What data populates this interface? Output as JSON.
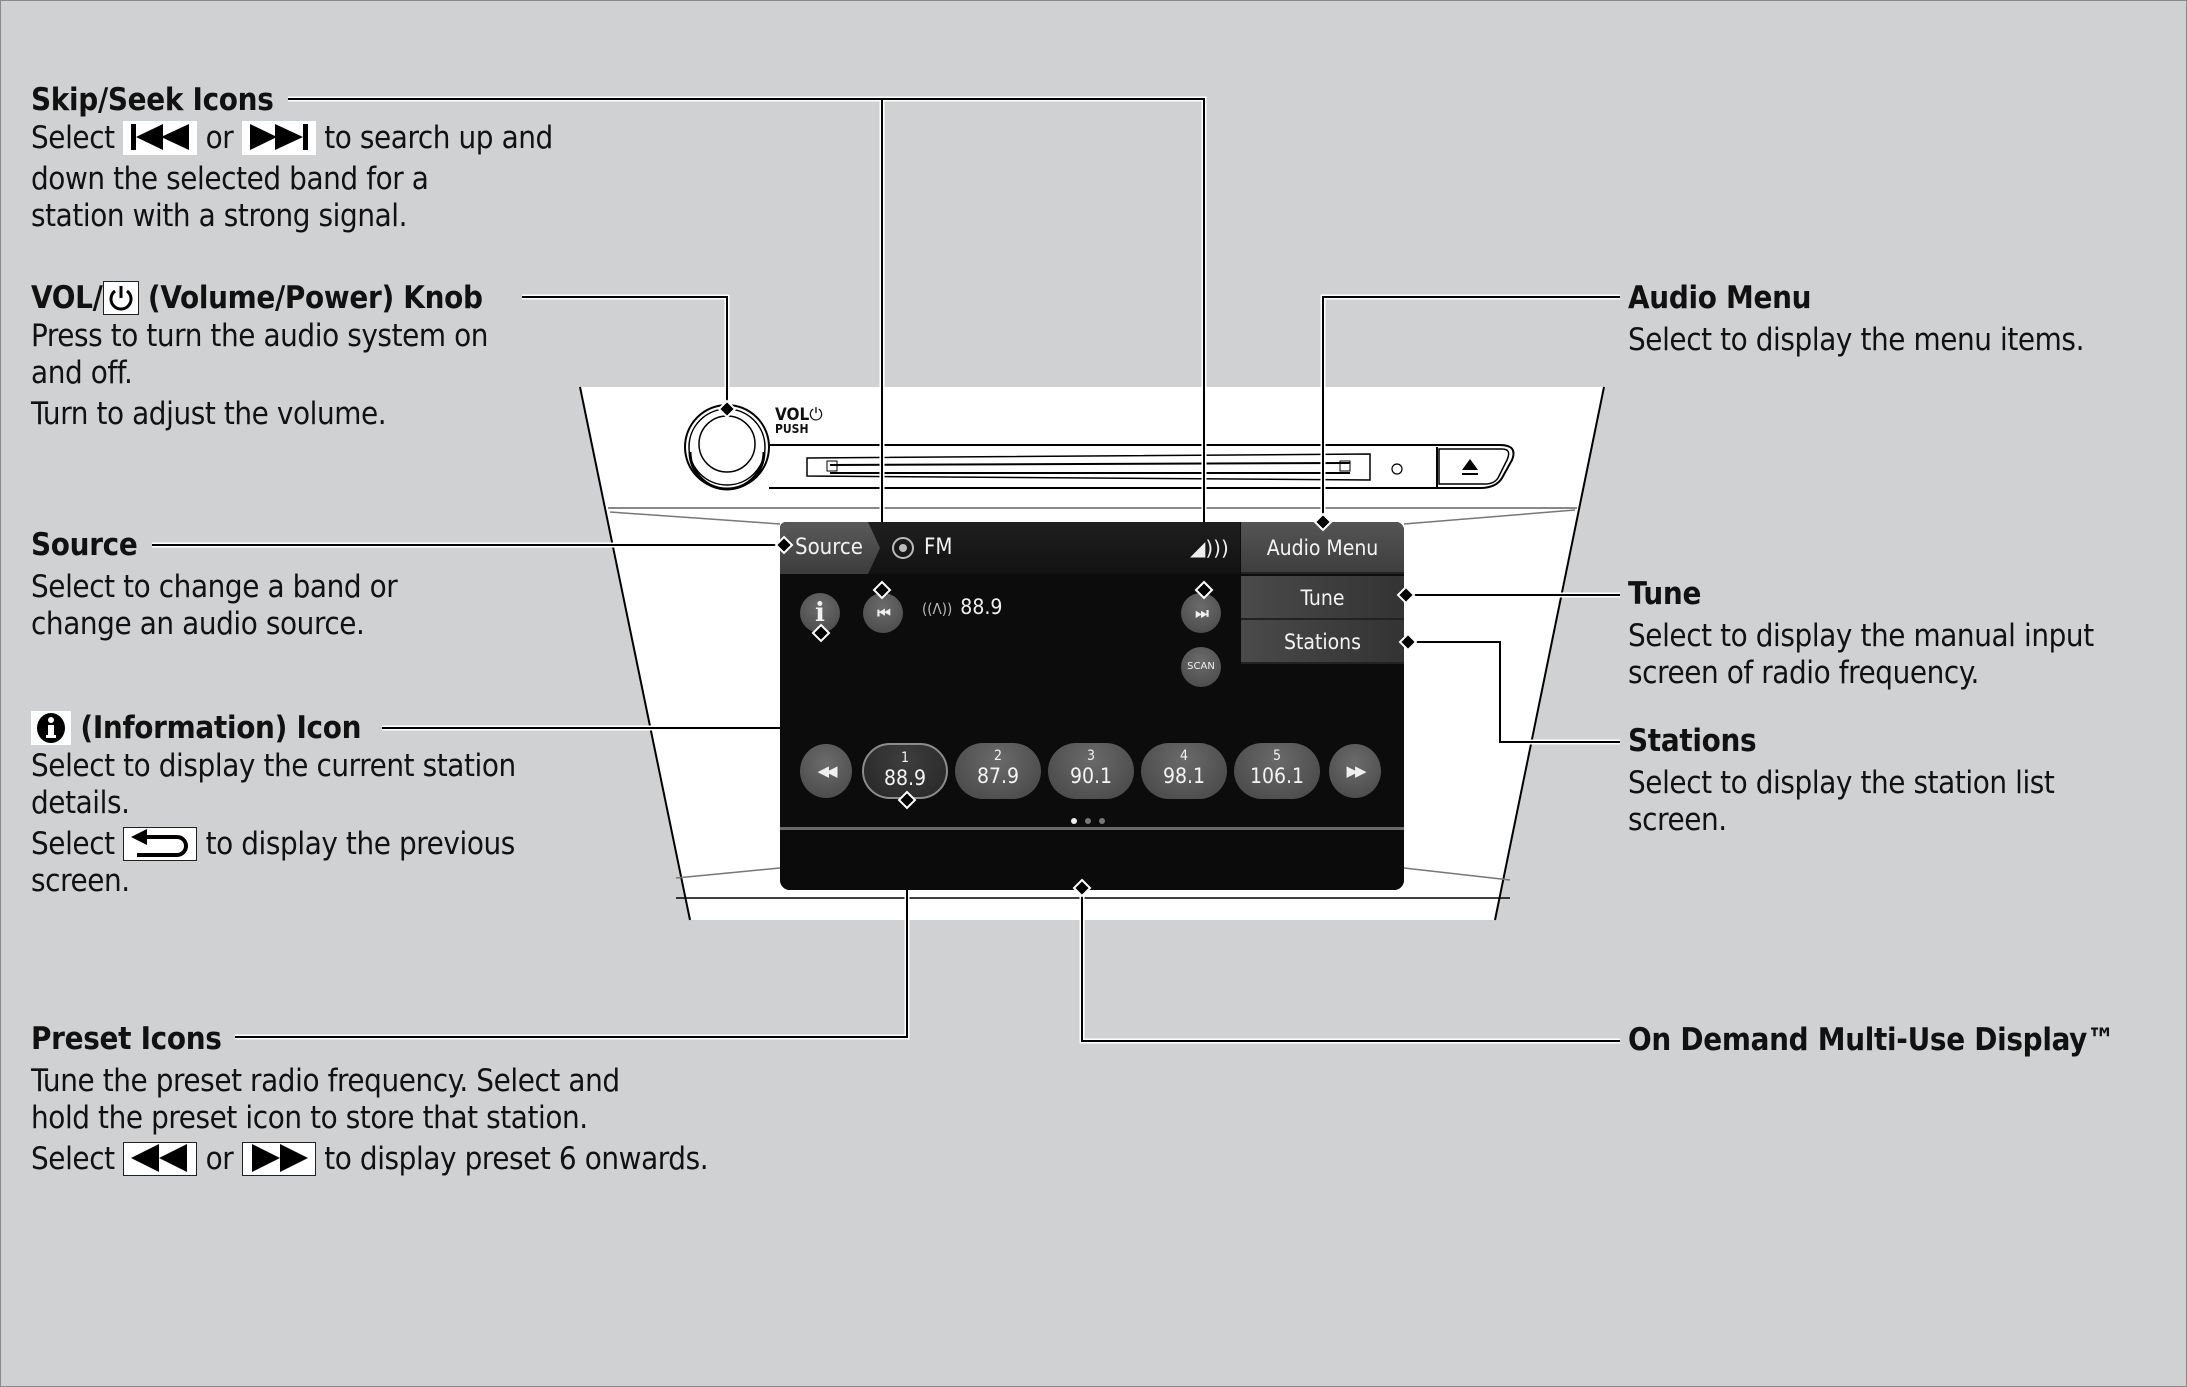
{
  "callouts": {
    "skip_seek": {
      "title": "Skip/Seek Icons",
      "line1_pre": "Select",
      "line1_or": "or",
      "line1_post": "to search up and",
      "line2": "down the selected band for a",
      "line3": "station with a strong signal.",
      "icon_prev": "skip-back-icon",
      "icon_next": "skip-forward-icon"
    },
    "vol_knob": {
      "title_pre": "VOL/",
      "title_post": "(Volume/Power) Knob",
      "icon": "power-icon",
      "line1": "Press to turn the audio system on",
      "line2": "and off.",
      "line3": "Turn to adjust the volume."
    },
    "source": {
      "title": "Source",
      "line1": "Select to change a band or",
      "line2": "change an audio source."
    },
    "information": {
      "icon": "info-icon",
      "title": "(Information) Icon",
      "line1": "Select to display the current station",
      "line2": "details.",
      "line3_pre": "Select",
      "line3_post": "to display the previous",
      "line4": "screen.",
      "back_icon": "back-arrow-icon"
    },
    "preset_icons": {
      "title": "Preset Icons",
      "line1": "Tune the preset radio frequency. Select and",
      "line2": "hold the preset icon to store that station.",
      "line3_pre": "Select",
      "line3_or": "or",
      "line3_post": "to display preset 6 onwards.",
      "icon_prev": "rewind-icon",
      "icon_next": "fast-forward-icon"
    },
    "audio_menu": {
      "title": "Audio Menu",
      "line1": "Select to display the menu items."
    },
    "tune": {
      "title": "Tune",
      "line1": "Select to display the manual input",
      "line2": "screen of radio frequency."
    },
    "stations": {
      "title": "Stations",
      "line1": "Select to display the station list",
      "line2": "screen."
    },
    "on_demand": {
      "title": "On Demand Multi-Use Display™"
    }
  },
  "unit": {
    "vol_label": "VOL",
    "push_label": "PUSH",
    "eject_symbol": "⏏"
  },
  "screen": {
    "source_label": "Source",
    "band_label": "FM",
    "current_frequency": "88.9",
    "menu": {
      "audio_menu": "Audio Menu",
      "tune": "Tune",
      "stations": "Stations"
    },
    "info_glyph": "i",
    "scan_label": "SCAN",
    "skip_back_glyph": "⏮",
    "skip_forward_glyph": "⏭",
    "rewind_glyph": "◀◀",
    "forward_glyph": "▶▶",
    "volume_glyph": "🔊",
    "antenna_glyph": "((Λ))",
    "presets": [
      {
        "number": "1",
        "frequency": "88.9",
        "selected": true
      },
      {
        "number": "2",
        "frequency": "87.9",
        "selected": false
      },
      {
        "number": "3",
        "frequency": "90.1",
        "selected": false
      },
      {
        "number": "4",
        "frequency": "98.1",
        "selected": false
      },
      {
        "number": "5",
        "frequency": "106.1",
        "selected": false
      }
    ],
    "page_indicator": {
      "pages": 3,
      "current": 1
    }
  },
  "colors": {
    "page_background": "#d0d1d3",
    "screen_background": "#0c0c0c",
    "button_gray": "#4a4a4a",
    "bezel": "#ffffff",
    "line": "#000000"
  }
}
